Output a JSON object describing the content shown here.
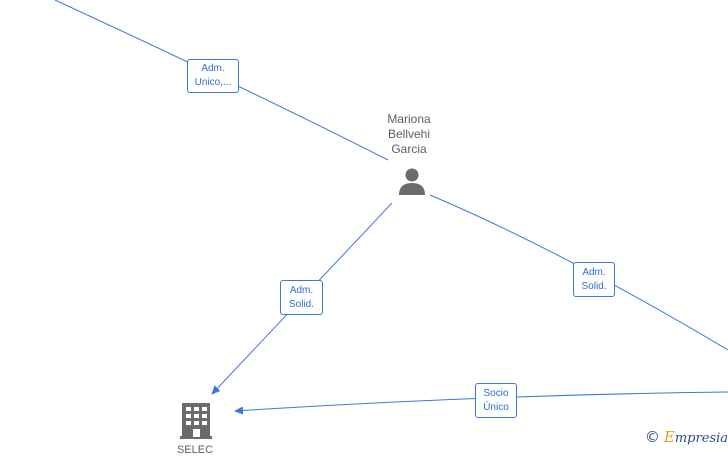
{
  "nodes": {
    "person": {
      "name_lines": [
        "Mariona",
        "Bellvehi",
        "Garcia"
      ],
      "icon": "person-icon"
    },
    "company": {
      "name": "SELEC",
      "icon": "building-icon"
    }
  },
  "edges": {
    "top_left": {
      "label_lines": [
        "Adm.",
        "Unico,..."
      ]
    },
    "person_to_company": {
      "label_lines": [
        "Adm.",
        "Solid."
      ]
    },
    "person_to_right": {
      "label_lines": [
        "Adm.",
        "Solid."
      ]
    },
    "right_to_company": {
      "label_lines": [
        "Socio",
        "Único"
      ]
    }
  },
  "colors": {
    "edge": "#3a78d6",
    "icon": "#6b6b6b"
  },
  "brand": {
    "copyright": "©",
    "initial": "E",
    "rest": "mpresia"
  }
}
